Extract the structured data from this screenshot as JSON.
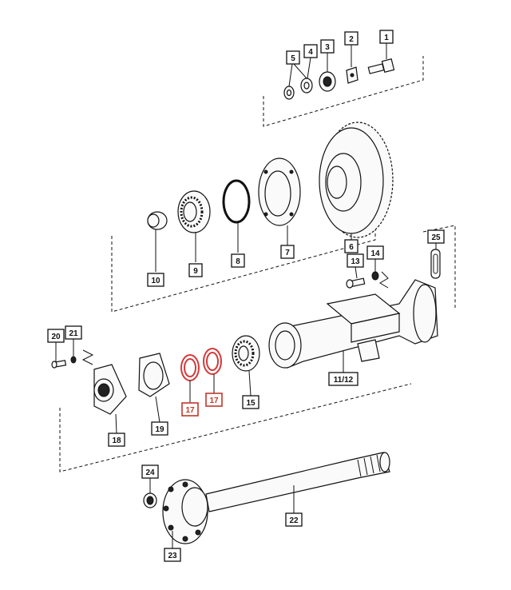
{
  "diagram": {
    "highlight_color": "#d23b3b",
    "labels": [
      {
        "key": "p1",
        "text": "1"
      },
      {
        "key": "p2",
        "text": "2"
      },
      {
        "key": "p3",
        "text": "3"
      },
      {
        "key": "p4",
        "text": "4"
      },
      {
        "key": "p5",
        "text": "5"
      },
      {
        "key": "p6",
        "text": "6"
      },
      {
        "key": "p7",
        "text": "7"
      },
      {
        "key": "p8",
        "text": "8"
      },
      {
        "key": "p9",
        "text": "9"
      },
      {
        "key": "p10",
        "text": "10"
      },
      {
        "key": "p11_12",
        "text": "11/12"
      },
      {
        "key": "p13",
        "text": "13"
      },
      {
        "key": "p14",
        "text": "14"
      },
      {
        "key": "p15",
        "text": "15"
      },
      {
        "key": "p17a",
        "text": "17"
      },
      {
        "key": "p17b",
        "text": "17"
      },
      {
        "key": "p18",
        "text": "18"
      },
      {
        "key": "p19",
        "text": "19"
      },
      {
        "key": "p20",
        "text": "20"
      },
      {
        "key": "p21",
        "text": "21"
      },
      {
        "key": "p22",
        "text": "22"
      },
      {
        "key": "p23",
        "text": "23"
      },
      {
        "key": "p24",
        "text": "24"
      },
      {
        "key": "p25",
        "text": "25"
      }
    ]
  }
}
